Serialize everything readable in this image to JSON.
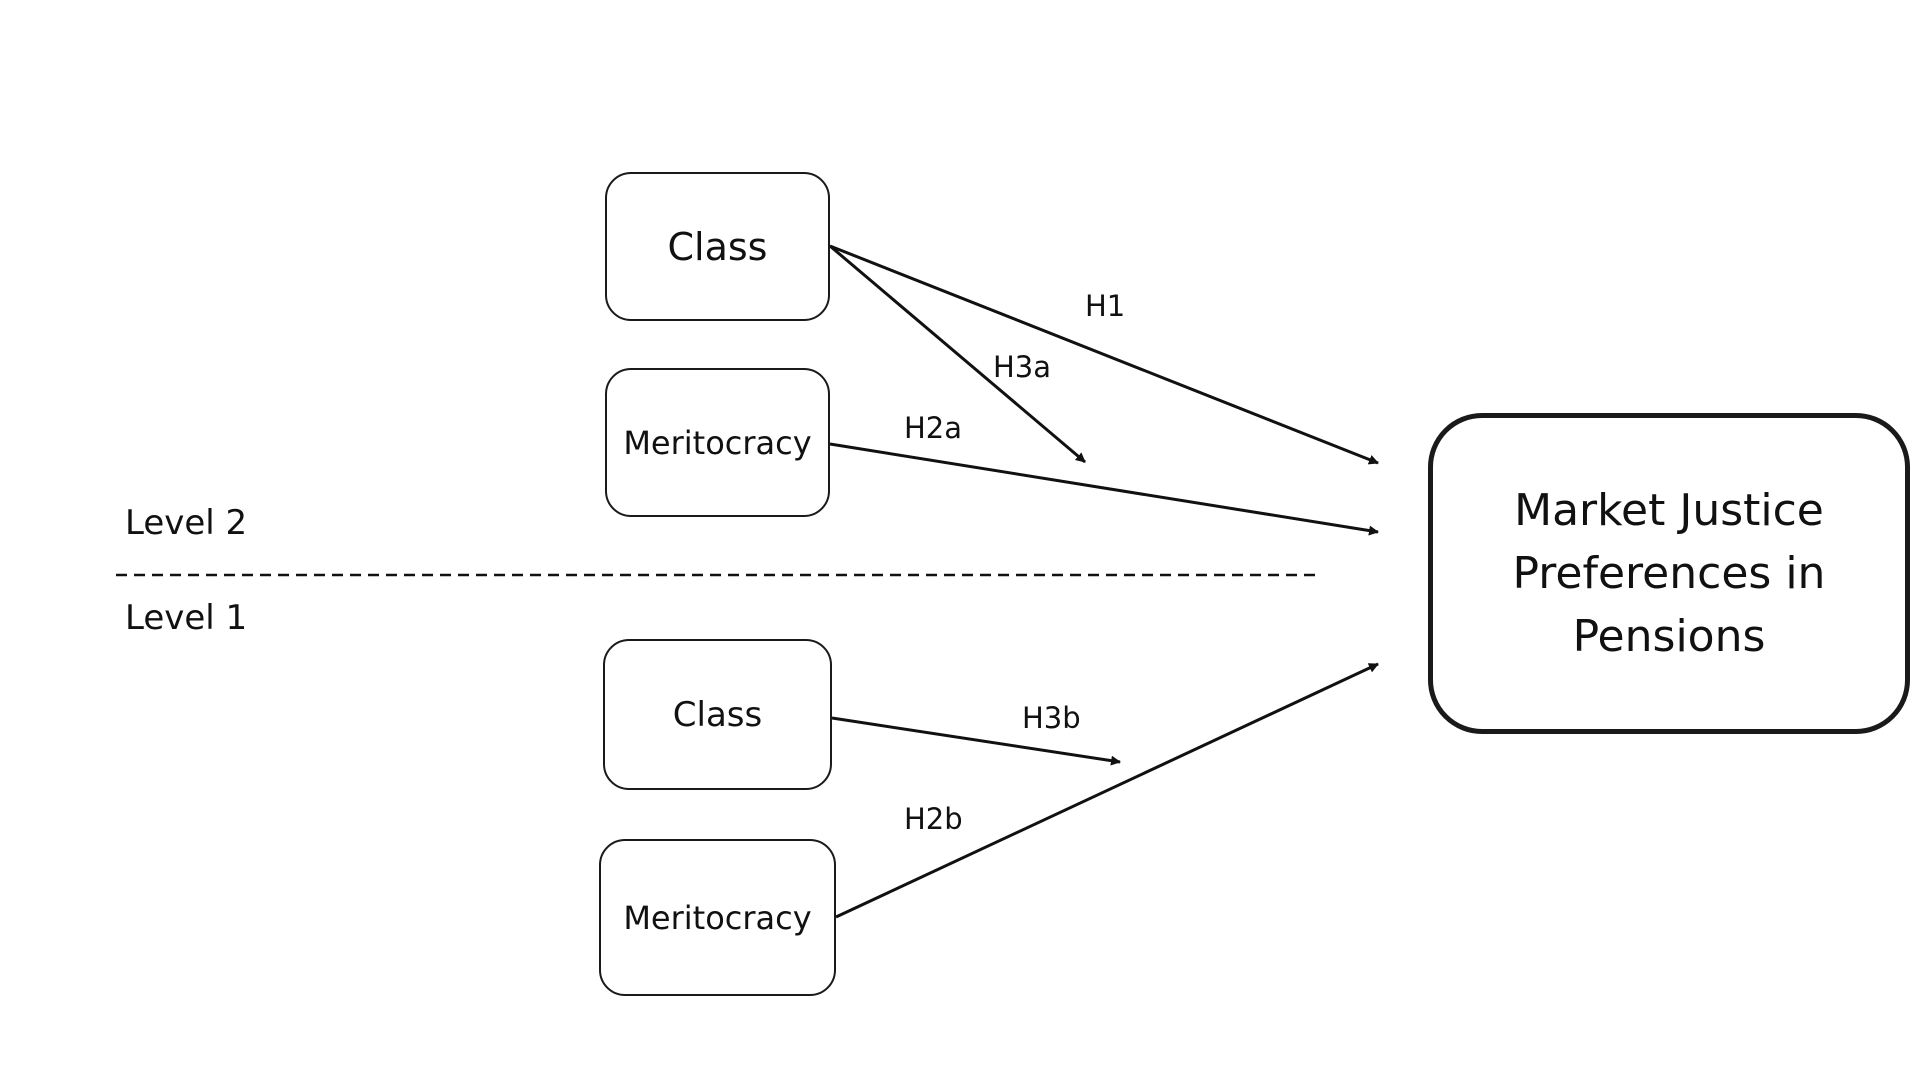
{
  "levels": {
    "level2": "Level 2",
    "level1": "Level 1"
  },
  "nodes": {
    "class_level2": "Class",
    "meritocracy_level2": "Meritocracy",
    "class_level1": "Class",
    "meritocracy_level1": "Meritocracy",
    "outcome": "Market Justice Preferences in Pensions"
  },
  "hypotheses": {
    "h1": "H1",
    "h3a": "H3a",
    "h2a": "H2a",
    "h3b": "H3b",
    "h2b": "H2b"
  },
  "colors": {
    "stroke": "#1a1a1a",
    "background": "#ffffff"
  }
}
